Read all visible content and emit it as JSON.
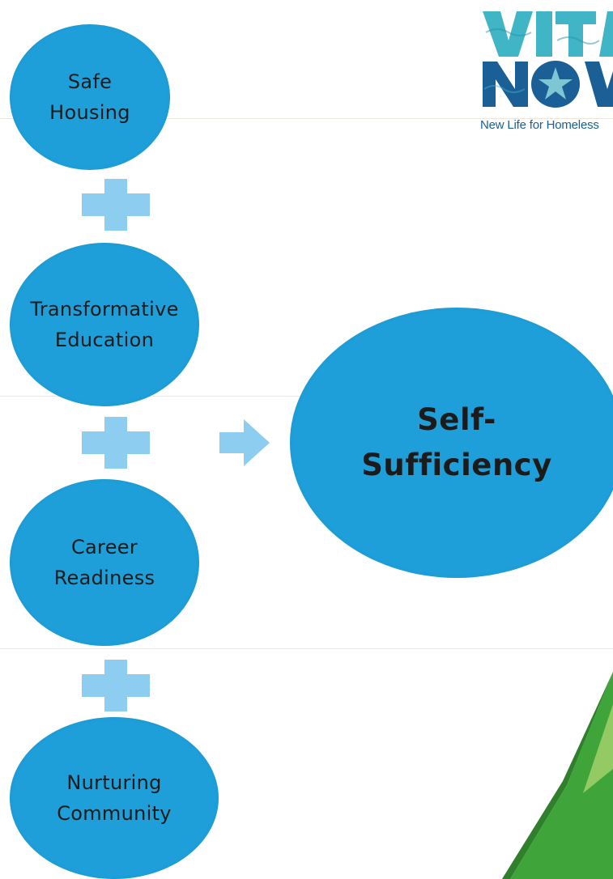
{
  "diagram": {
    "inputs": [
      {
        "lines": [
          "Safe",
          "Housing"
        ]
      },
      {
        "lines": [
          "Transformative",
          "Education"
        ]
      },
      {
        "lines": [
          "Career",
          "Readiness"
        ]
      },
      {
        "lines": [
          "Nurturing",
          "Community"
        ]
      }
    ],
    "result": {
      "lines": [
        "Self-",
        "Sufficiency"
      ]
    },
    "operator_icon": "plus-icon",
    "result_icon": "right-arrow-icon"
  },
  "logo": {
    "wordmark": [
      "VITA",
      "NOVA"
    ],
    "tagline": "New Life for Homeless"
  },
  "colors": {
    "circle": "#1e9fd9",
    "plus": "#8ccdf0",
    "arrow": "#8ccdf0",
    "logo_blue": "#1a5f96",
    "logo_teal": "#3fb5c6",
    "accent_green": "#3fa53a"
  }
}
